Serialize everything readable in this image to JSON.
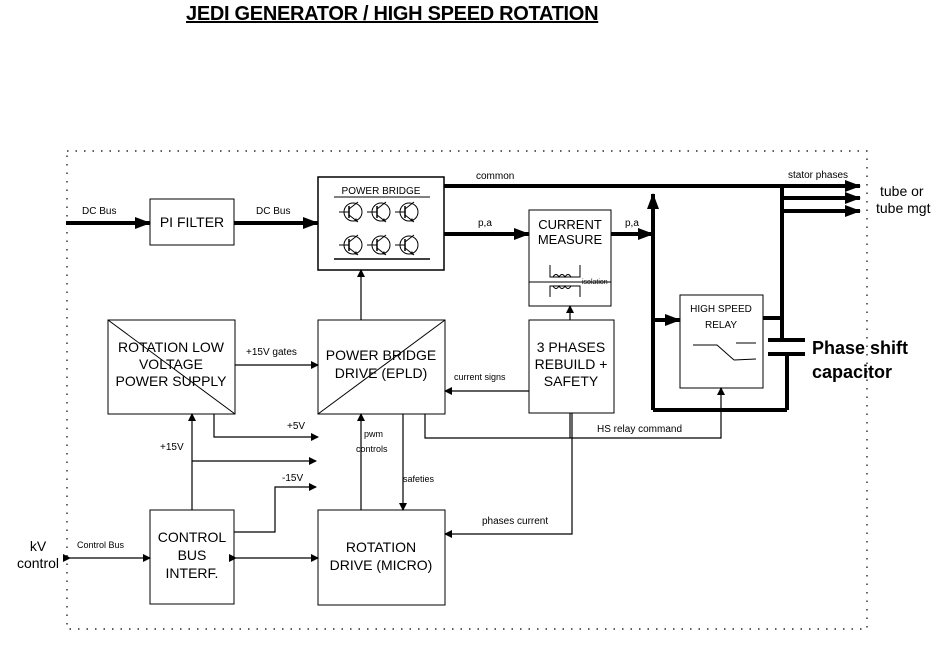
{
  "title": "JEDI GENERATOR / HIGH SPEED ROTATION",
  "blocks": {
    "pi_filter": {
      "lines": [
        "PI FILTER"
      ]
    },
    "power_bridge": {
      "lines": [
        "POWER BRIDGE"
      ]
    },
    "current_measure": {
      "lines": [
        "CURRENT",
        "MEASURE"
      ],
      "sub_label": "isolation"
    },
    "high_speed_relay": {
      "lines": [
        "HIGH SPEED",
        "RELAY"
      ]
    },
    "rotation_lv_power": {
      "lines": [
        "ROTATION LOW",
        "VOLTAGE",
        "POWER SUPPLY"
      ]
    },
    "power_bridge_drive": {
      "lines": [
        "POWER BRIDGE",
        "DRIVE (EPLD)"
      ]
    },
    "three_phases": {
      "lines": [
        "3 PHASES",
        "REBUILD +",
        "SAFETY"
      ]
    },
    "control_bus_interf": {
      "lines": [
        "CONTROL",
        "BUS",
        "INTERF."
      ]
    },
    "rotation_drive": {
      "lines": [
        "ROTATION",
        "DRIVE (MICRO)"
      ]
    }
  },
  "signals": {
    "dc_bus_in": "DC Bus",
    "dc_bus_out": "DC Bus",
    "common": "common",
    "pa_1": "p,a",
    "pa_2": "p,a",
    "stator_phases": "stator phases",
    "gates_15v": "+15V gates",
    "current_signs": "current signs",
    "hs_relay_command": "HS relay command",
    "plus_5v": "+5V",
    "plus_15v": "+15V",
    "minus_15v": "-15V",
    "pwm_controls_1": "pwm",
    "pwm_controls_2": "controls",
    "safeties": "safeties",
    "phases_current": "phases current",
    "control_bus": "Control Bus"
  },
  "external": {
    "tube_1": "tube or",
    "tube_2": "tube mgt",
    "kv_1": "kV",
    "kv_2": "control",
    "capacitor_1": "Phase shift",
    "capacitor_2": "capacitor"
  }
}
